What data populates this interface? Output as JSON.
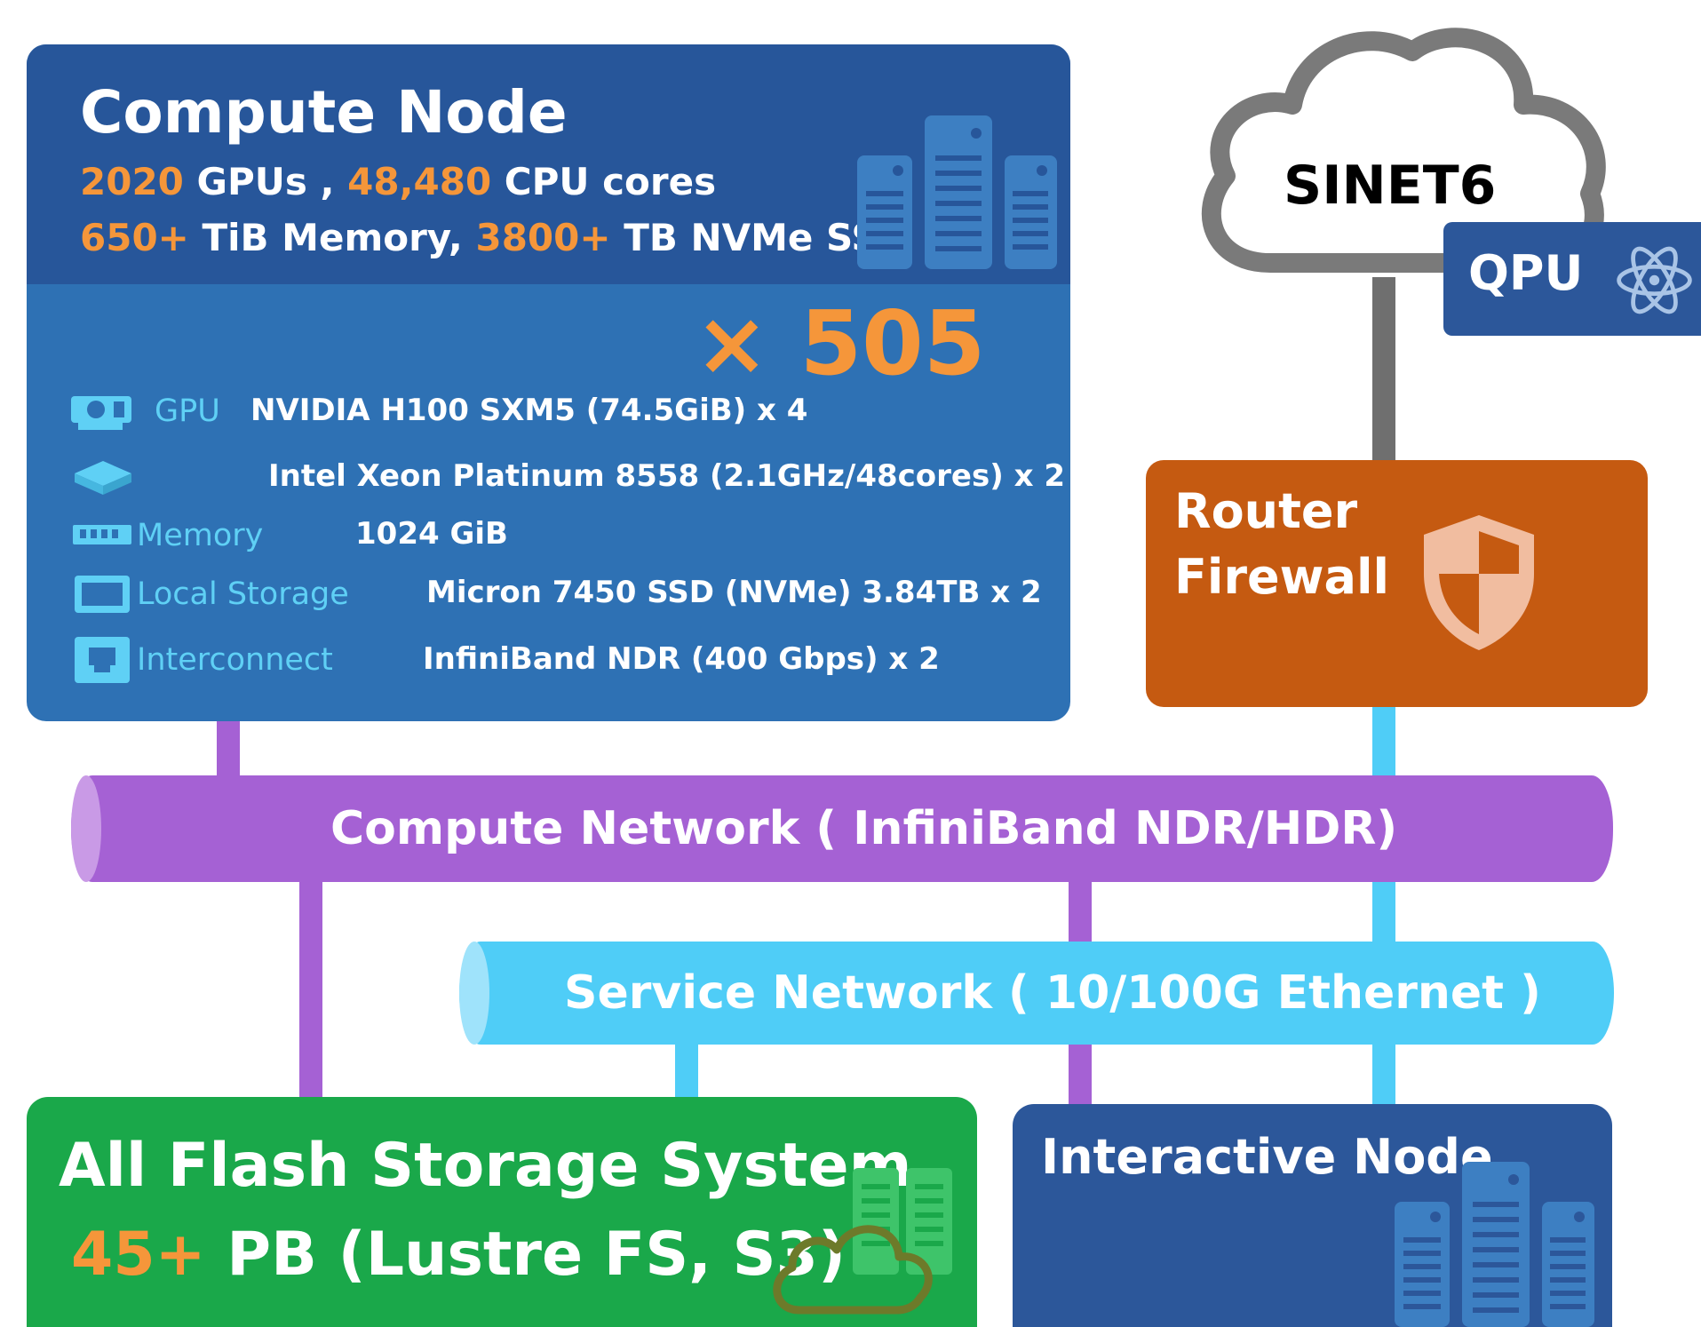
{
  "compute_node": {
    "title": "Compute Node",
    "line1": {
      "gpus_num": "2020",
      "gpus_text": " GPUs , ",
      "cpu_num": "48,480",
      "cpu_text": " CPU cores"
    },
    "line2": {
      "mem_num": "650+",
      "mem_text": " TiB Memory, ",
      "ssd_num": "3800+",
      "ssd_text": " TB NVMe SSD"
    },
    "count": "× 505",
    "specs": [
      {
        "icon": "gpu-icon",
        "label": "GPU",
        "value": "NVIDIA H100 SXM5 (74.5GiB) x 4"
      },
      {
        "icon": "cpu-icon",
        "label": "",
        "value": "Intel Xeon Platinum 8558 (2.1GHz/48cores) x 2"
      },
      {
        "icon": "memory-icon",
        "label": "Memory",
        "value": "1024 GiB"
      },
      {
        "icon": "storage-icon",
        "label": "Local Storage",
        "value": "Micron 7450 SSD (NVMe) 3.84TB x 2"
      },
      {
        "icon": "interconnect-icon",
        "label": "Interconnect",
        "value": "InfiniBand NDR (400 Gbps) x 2"
      }
    ]
  },
  "sinet": {
    "label": "SINET6",
    "icon": "cloud-icon"
  },
  "qpu": {
    "label": "QPU",
    "icon": "atom-icon"
  },
  "router": {
    "line1": "Router",
    "line2": "Firewall",
    "icon": "shield-icon"
  },
  "compute_network": {
    "label": "Compute Network ( InfiniBand NDR/HDR)"
  },
  "service_network": {
    "label": "Service Network ( 10/100G Ethernet )"
  },
  "storage": {
    "title": "All Flash Storage System",
    "cap_num": "45+",
    "cap_text": " PB (Lustre FS, S3)",
    "icon": "cloud-storage-icon"
  },
  "interactive": {
    "title": "Interactive Node",
    "icon": "server-rack-icon"
  },
  "colors": {
    "compute_header": "#27569a",
    "compute_body": "#2e71b4",
    "accent": "#f5963a",
    "router": "#c55a11",
    "compute_network": "#a561d4",
    "service_network": "#4fcdf7",
    "storage": "#1aa84a",
    "interactive": "#2c579a"
  }
}
